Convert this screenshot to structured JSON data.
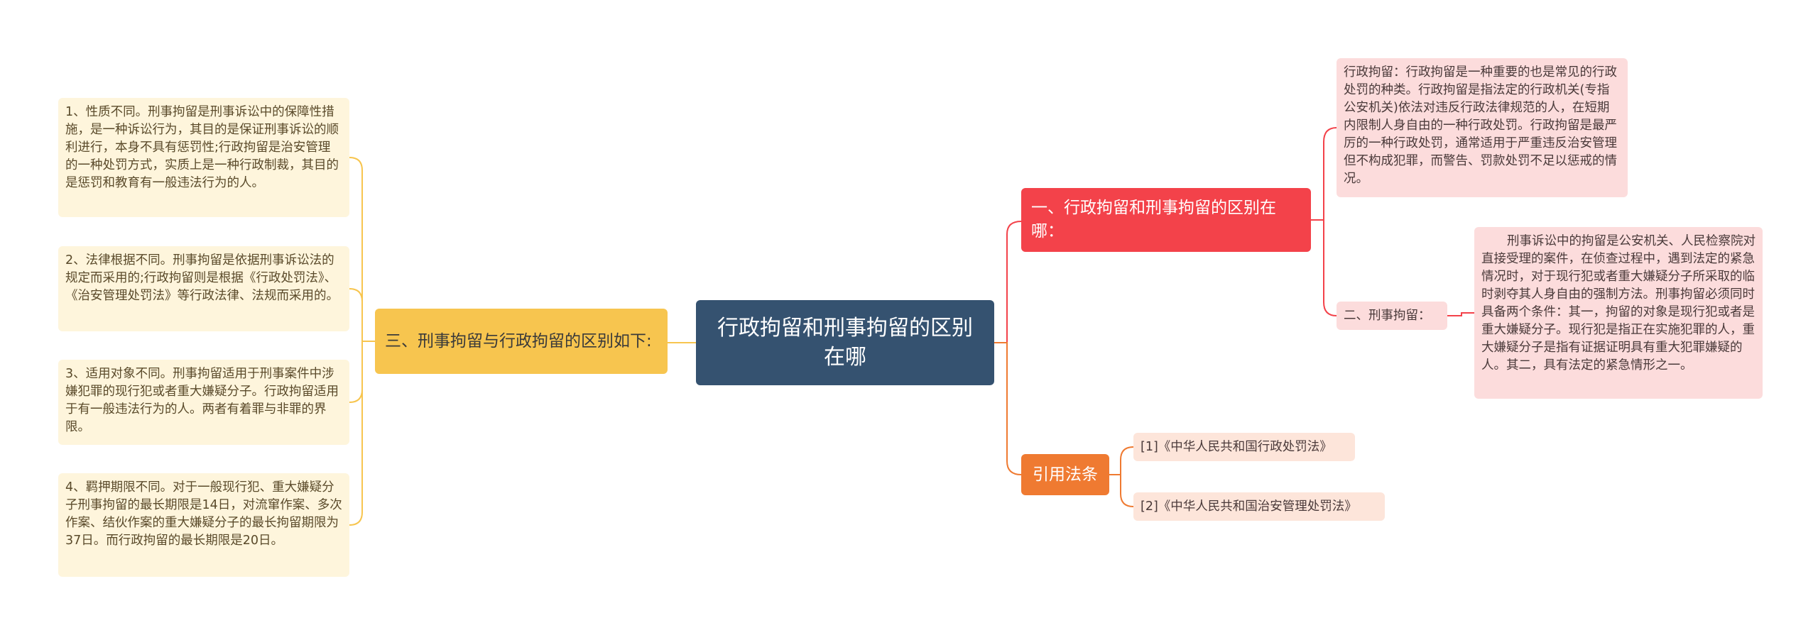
{
  "mindmap": {
    "root": "行政拘留和刑事拘留的区别在哪",
    "branch1": {
      "title": "一、行政拘留和刑事拘留的区别在哪：",
      "child1": "行政拘留：行政拘留是一种重要的也是常见的行政处罚的种类。行政拘留是指法定的行政机关(专指公安机关)依法对违反行政法律规范的人，在短期内限制人身自由的一种行政处罚。行政拘留是最严厉的一种行政处罚，通常适用于严重违反治安管理但不构成犯罪，而警告、罚款处罚不足以惩戒的情况。",
      "child2": "二、刑事拘留：",
      "child2_detail": "刑事诉讼中的拘留是公安机关、人民检察院对直接受理的案件，在侦查过程中，遇到法定的紧急情况时，对于现行犯或者重大嫌疑分子所采取的临时剥夺其人身自由的强制方法。刑事拘留必须同时具备两个条件：其一，拘留的对象是现行犯或者是重大嫌疑分子。现行犯是指正在实施犯罪的人，重大嫌疑分子是指有证据证明具有重大犯罪嫌疑的人。其二，具有法定的紧急情形之一。"
    },
    "branch2": {
      "title": "引用法条",
      "ref1": "[1]《中华人民共和国行政处罚法》",
      "ref2": "[2]《中华人民共和国治安管理处罚法》"
    },
    "branch3": {
      "title": "三、刑事拘留与行政拘留的区别如下:",
      "items": [
        "1、性质不同。刑事拘留是刑事诉讼中的保障性措施，是一种诉讼行为，其目的是保证刑事诉讼的顺利进行，本身不具有惩罚性;行政拘留是治安管理的一种处罚方式，实质上是一种行政制裁，其目的是惩罚和教育有一般违法行为的人。",
        "2、法律根据不同。刑事拘留是依据刑事诉讼法的规定而采用的;行政拘留则是根据《行政处罚法》、《治安管理处罚法》等行政法律、法规而采用的。",
        "3、适用对象不同。刑事拘留适用于刑事案件中涉嫌犯罪的现行犯或者重大嫌疑分子。行政拘留适用于有一般违法行为的人。两者有着罪与非罪的界限。",
        "4、羁押期限不同。对于一般现行犯、重大嫌疑分子刑事拘留的最长期限是14日，对流窜作案、多次作案、结伙作案的重大嫌疑分子的最长拘留期限为37日。而行政拘留的最长期限是20日。"
      ]
    }
  },
  "colors": {
    "root": "#355270",
    "red": "#f3424a",
    "orange": "#ef7a31",
    "yellow": "#f7c54f",
    "pink_leaf": "#fcdcdc",
    "peach_leaf": "#fde5da",
    "cream_leaf": "#fef5dc"
  }
}
